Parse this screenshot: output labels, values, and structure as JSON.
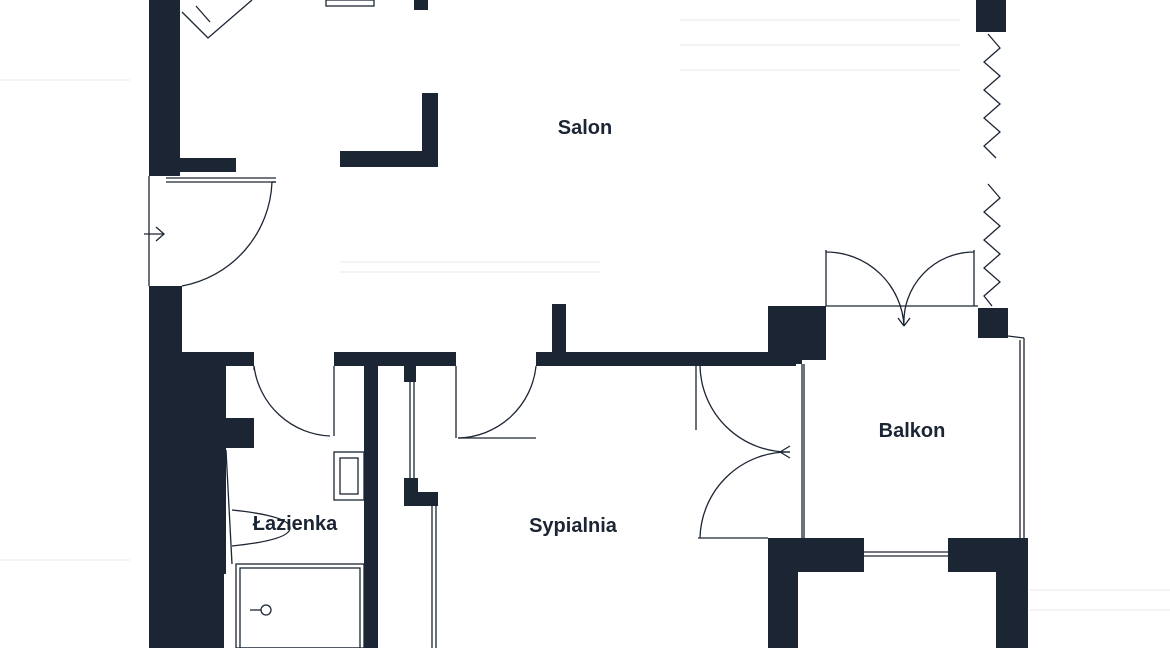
{
  "floor_plan": {
    "rooms": {
      "salon": "Salon",
      "balkon": "Balkon",
      "lazienka": "Łazienka",
      "sypialnia": "Sypialnia"
    },
    "icons": {
      "entry_arrow": "arrow-right-icon",
      "shower_drain": "drain-icon"
    },
    "colors": {
      "wall": "#1c2533",
      "background": "#ffffff"
    }
  }
}
